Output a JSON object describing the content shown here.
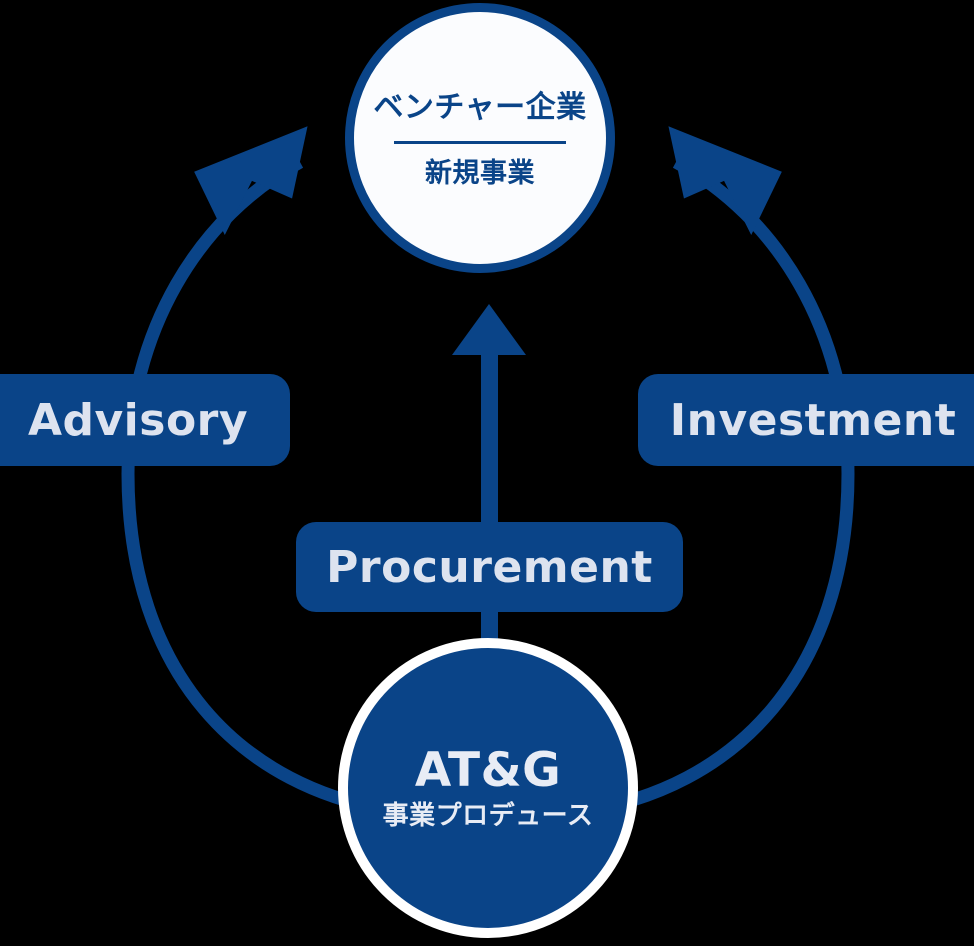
{
  "diagram": {
    "title": "AT&G business model cycle diagram",
    "colors": {
      "primary_blue": "#0A4488",
      "label_text": "#DDE3EF",
      "circle_fill_light": "#FBFCFE",
      "ring_white": "#FFFFFF",
      "background": "#000000"
    },
    "nodes": {
      "venture": {
        "title": "ベンチャー企業",
        "subtitle": "新規事業"
      },
      "atg": {
        "title": "AT&G",
        "subtitle": "事業プロデュース"
      }
    },
    "labels": {
      "advisory": "Advisory",
      "investment": "Investment",
      "procurement": "Procurement"
    },
    "arrows": {
      "left_arc": "advisory-arc-arrow",
      "right_arc": "investment-arc-arrow",
      "center": "procurement-straight-arrow"
    }
  }
}
